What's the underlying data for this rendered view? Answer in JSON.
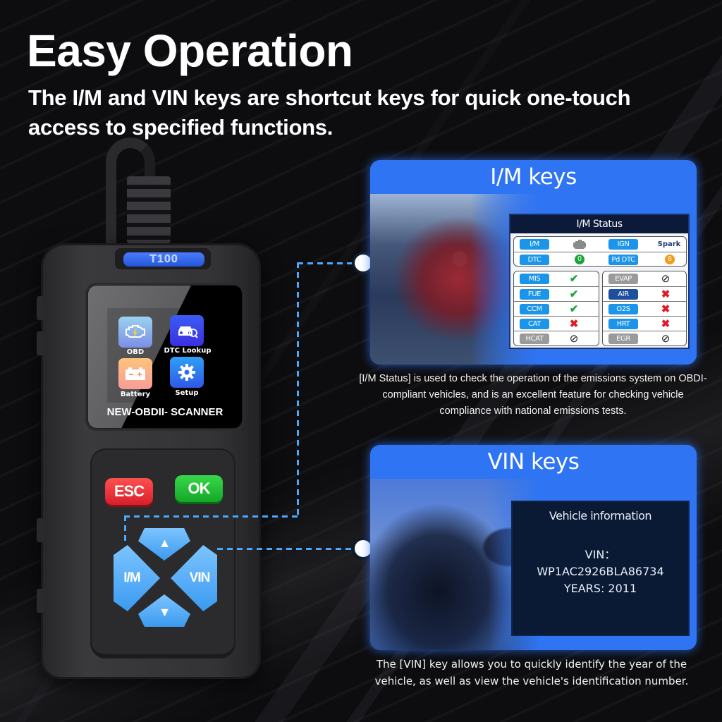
{
  "header": {
    "title": "Easy Operation",
    "subtitle": "The I/M and VIN keys are shortcut keys for quick one-touch access to specified functions."
  },
  "device": {
    "model": "T100",
    "screen": {
      "apps": [
        {
          "label": "OBD",
          "icon": "engine-icon",
          "color": "#7fa8e8"
        },
        {
          "label": "DTC Lookup",
          "icon": "car-search-icon",
          "color": "#3b4cf0"
        },
        {
          "label": "Battery",
          "icon": "battery-icon",
          "color": "#f7b27a"
        },
        {
          "label": "Setup",
          "icon": "gear-icon",
          "color": "#2f7bf0"
        }
      ],
      "brand": "NEW-OBDII- SCANNER"
    },
    "buttons": {
      "esc": "ESC",
      "ok": "OK",
      "up": "▲",
      "down": "▼",
      "im": "I/M",
      "vin": "VIN"
    }
  },
  "im_panel": {
    "title": "I/M keys",
    "status_card": {
      "title": "I/M Status",
      "summary": [
        {
          "label": "I/M",
          "value_icon": "engine-icon",
          "label2": "IGN",
          "value2": "Spark"
        },
        {
          "label": "DTC",
          "value": "0",
          "value_color": "#1aa53a",
          "label2": "Pd DTC",
          "value2": "6",
          "value2_color": "#f29b1a"
        }
      ],
      "left_monitors": [
        {
          "label": "MIS",
          "status": "✔",
          "state": "complete"
        },
        {
          "label": "FUE",
          "status": "✔",
          "state": "complete"
        },
        {
          "label": "CCM",
          "status": "✔",
          "state": "complete"
        },
        {
          "label": "CAT",
          "status": "✖",
          "state": "incomplete"
        },
        {
          "label": "HCAT",
          "status": "⊘",
          "state": "not-supported"
        }
      ],
      "right_monitors": [
        {
          "label": "EVAP",
          "status": "⊘",
          "state": "not-supported"
        },
        {
          "label": "AIR",
          "status": "✖",
          "state": "incomplete"
        },
        {
          "label": "O2S",
          "status": "✖",
          "state": "incomplete"
        },
        {
          "label": "HRT",
          "status": "✖",
          "state": "incomplete"
        },
        {
          "label": "EGR",
          "status": "⊘",
          "state": "not-supported"
        }
      ]
    },
    "caption": "[I/M Status] is used to check the operation of the emissions system on OBDI-compliant vehicles, and is an excellent feature for checking vehicle compliance with national emissions tests."
  },
  "vin_panel": {
    "title": "VIN keys",
    "info_card": {
      "title": "Vehicle information",
      "vin_label": "VIN：",
      "vin": "WP1AC2926BLA86734",
      "year_line": "YEARS: 2011"
    },
    "caption": "The [VIN] key allows you to quickly identify the year of the vehicle, as well as view the vehicle's identification number."
  },
  "colors": {
    "panel_blue": "#2f74f2",
    "connector": "#4aa8ff",
    "esc_red": "#e8303a",
    "ok_green": "#22c035",
    "dpad_blue": "#55aef5"
  }
}
